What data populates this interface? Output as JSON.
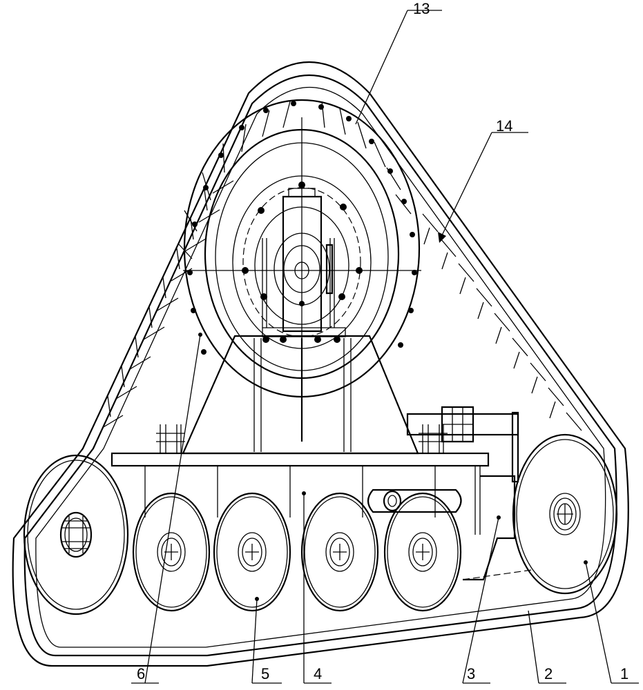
{
  "labels": [
    {
      "id": "1",
      "text": "1"
    },
    {
      "id": "2",
      "text": "2"
    },
    {
      "id": "3",
      "text": "3"
    },
    {
      "id": "4",
      "text": "4"
    },
    {
      "id": "5",
      "text": "5"
    },
    {
      "id": "6",
      "text": "6"
    },
    {
      "id": "13",
      "text": "13"
    },
    {
      "id": "14",
      "text": "14"
    }
  ]
}
